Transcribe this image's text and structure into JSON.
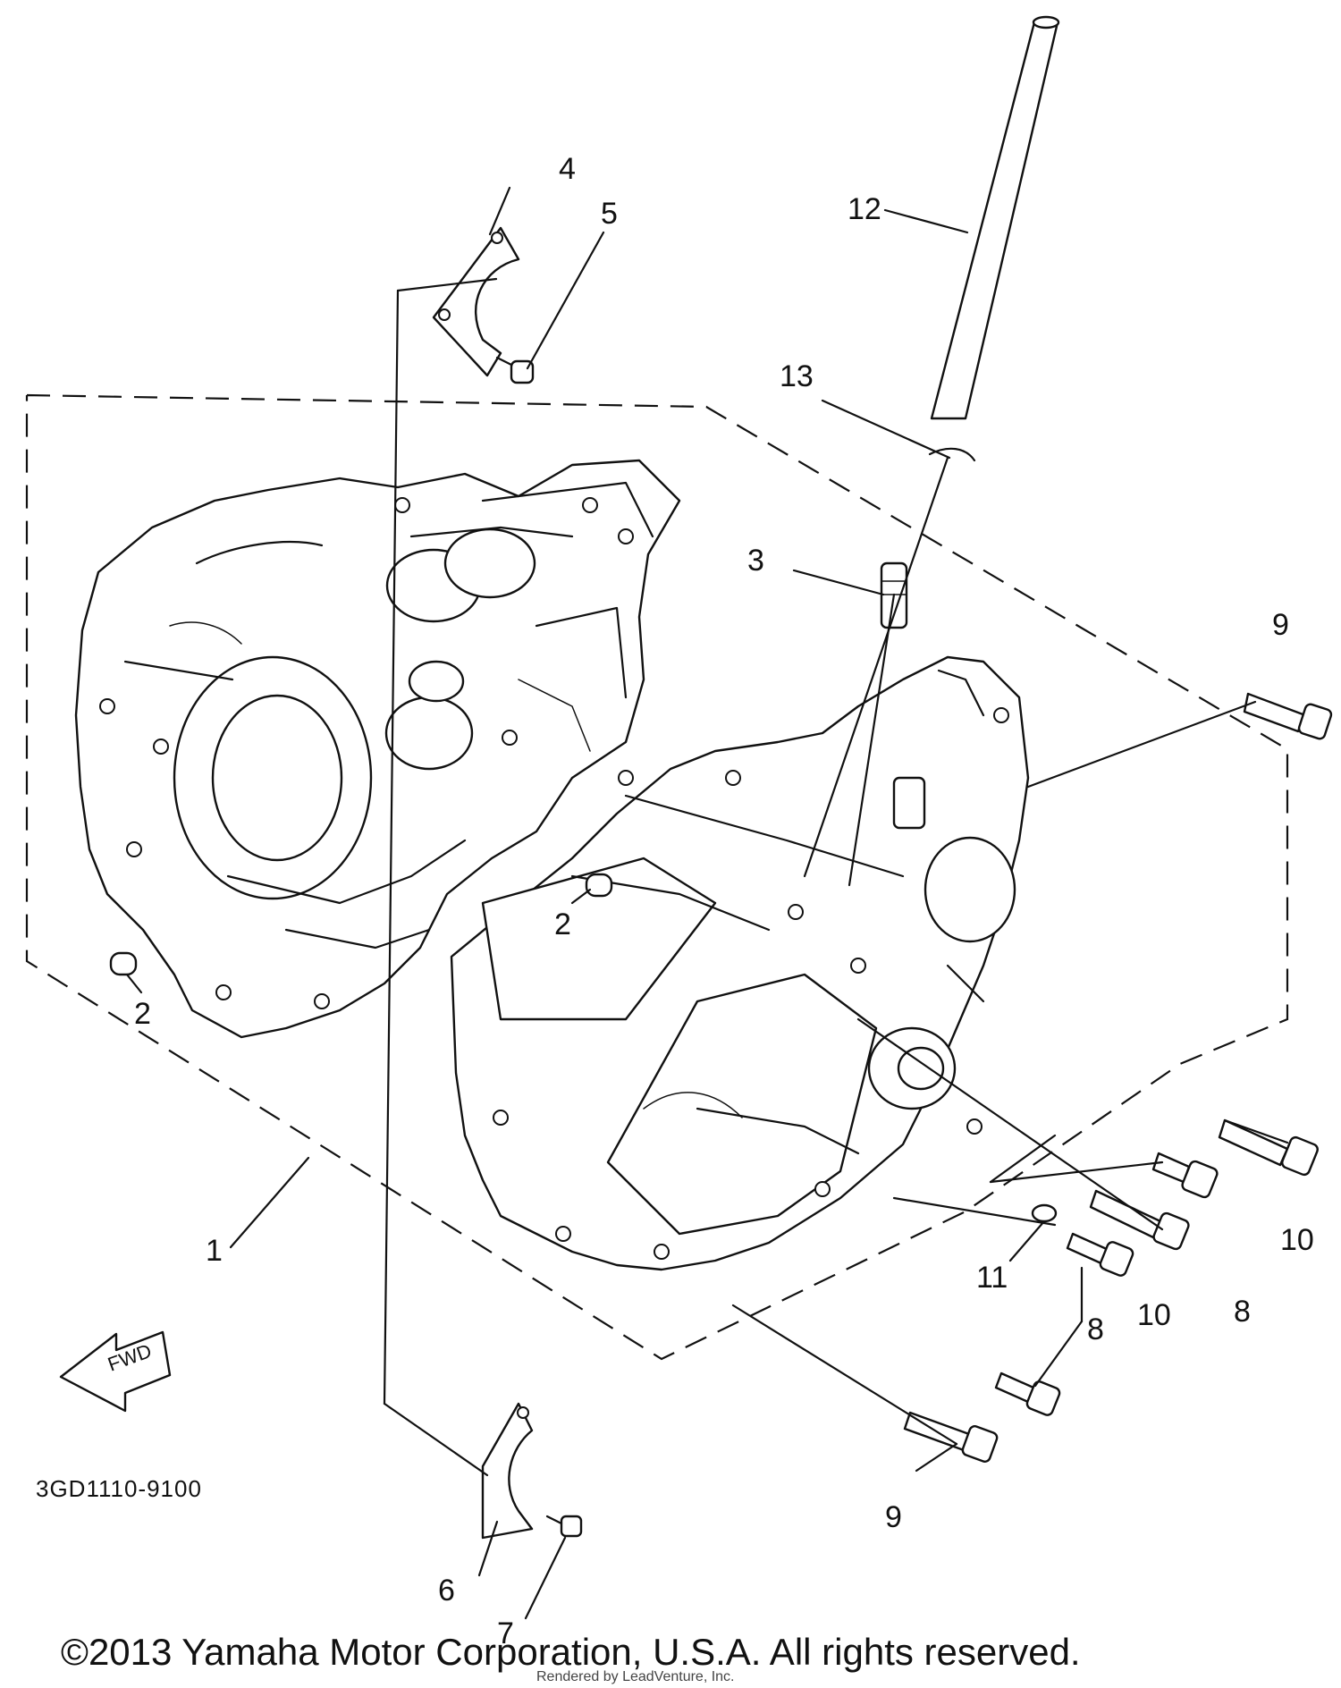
{
  "callouts": {
    "c1": "1",
    "c2a": "2",
    "c2b": "2",
    "c3": "3",
    "c4": "4",
    "c5": "5",
    "c6": "6",
    "c7": "7",
    "c8a": "8",
    "c8b": "8",
    "c9a": "9",
    "c9b": "9",
    "c10a": "10",
    "c10b": "10",
    "c11": "11",
    "c12": "12",
    "c13": "13"
  },
  "fwd_label": "FWD",
  "part_code": "3GD1110-9100",
  "copyright": "©2013 Yamaha Motor Corporation, U.S.A. All rights reserved.",
  "credit": "Rendered by LeadVenture, Inc."
}
